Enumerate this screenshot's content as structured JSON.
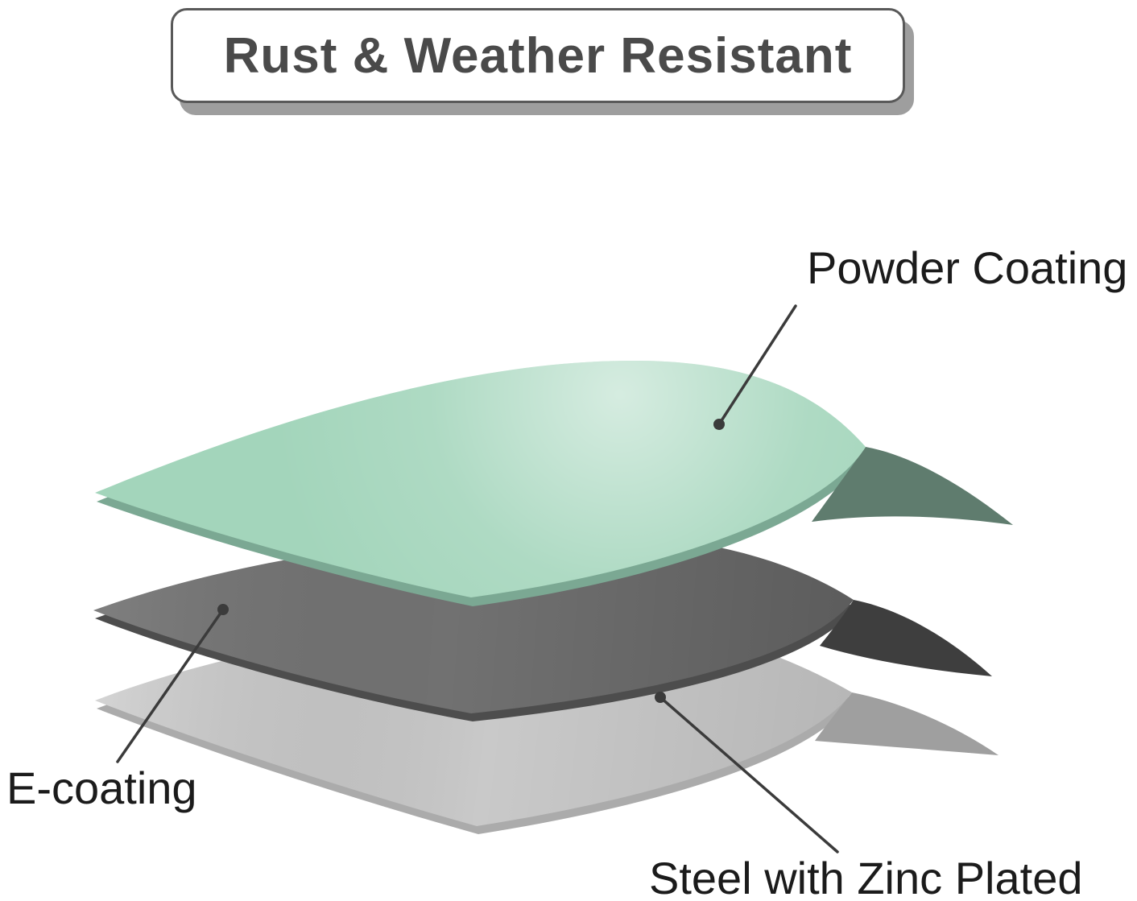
{
  "title": {
    "text": "Rust & Weather Resistant"
  },
  "callouts": [
    {
      "id": "powder-coating",
      "label": "Powder Coating"
    },
    {
      "id": "e-coating",
      "label": "E-coating"
    },
    {
      "id": "steel-zinc-plated",
      "label": "Steel with Zinc Plated"
    }
  ],
  "layers": [
    {
      "name": "Powder Coating",
      "top_color": "#a3d5bb",
      "edge_color": "#7ba893",
      "underside_color": "#5f7c6e"
    },
    {
      "name": "E-coating",
      "top_color": "#717171",
      "edge_color": "#4d4d4d",
      "underside_color": "#3e3e3e"
    },
    {
      "name": "Steel with Zinc Plated",
      "top_color": "#c9c9c9",
      "edge_color": "#ababab",
      "underside_color": "#9f9f9f"
    }
  ],
  "style": {
    "background": "#ffffff",
    "callout_line_color": "#3b3b3b",
    "callout_dot_color": "#3b3b3b",
    "label_text_color": "#1b1b1b",
    "title_text_color": "#4a4a4a",
    "title_border_color": "#595959",
    "title_shadow_color": "#9e9e9e"
  }
}
